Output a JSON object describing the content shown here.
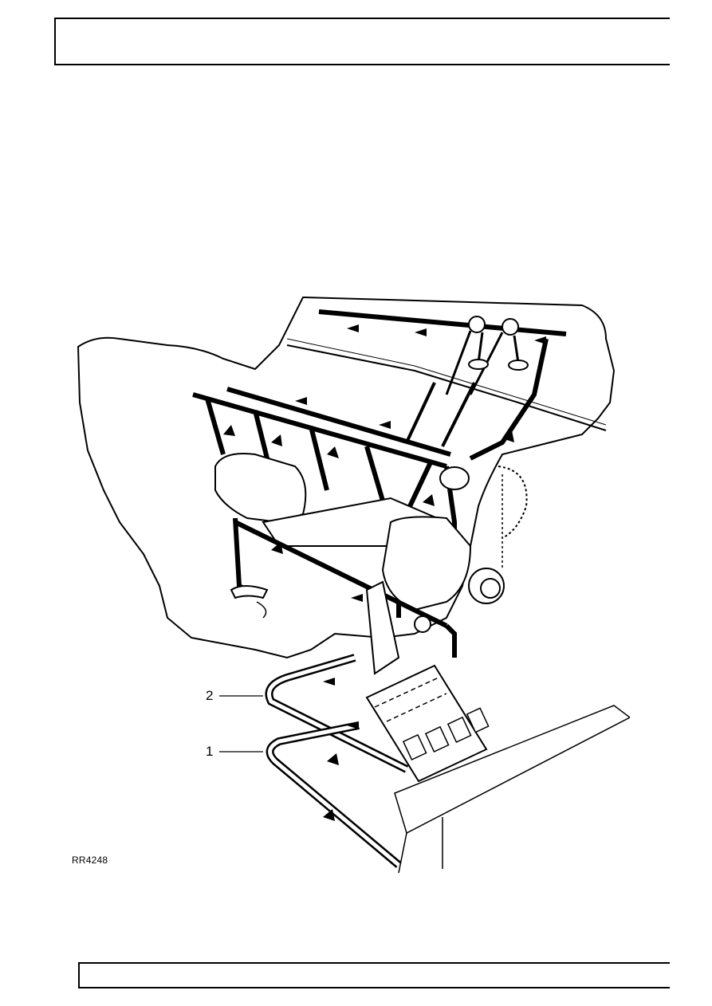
{
  "page": {
    "header_box": "",
    "footer_box": ""
  },
  "figure": {
    "reference": "RR4248",
    "callouts": [
      {
        "label": "2"
      },
      {
        "label": "1"
      }
    ]
  }
}
